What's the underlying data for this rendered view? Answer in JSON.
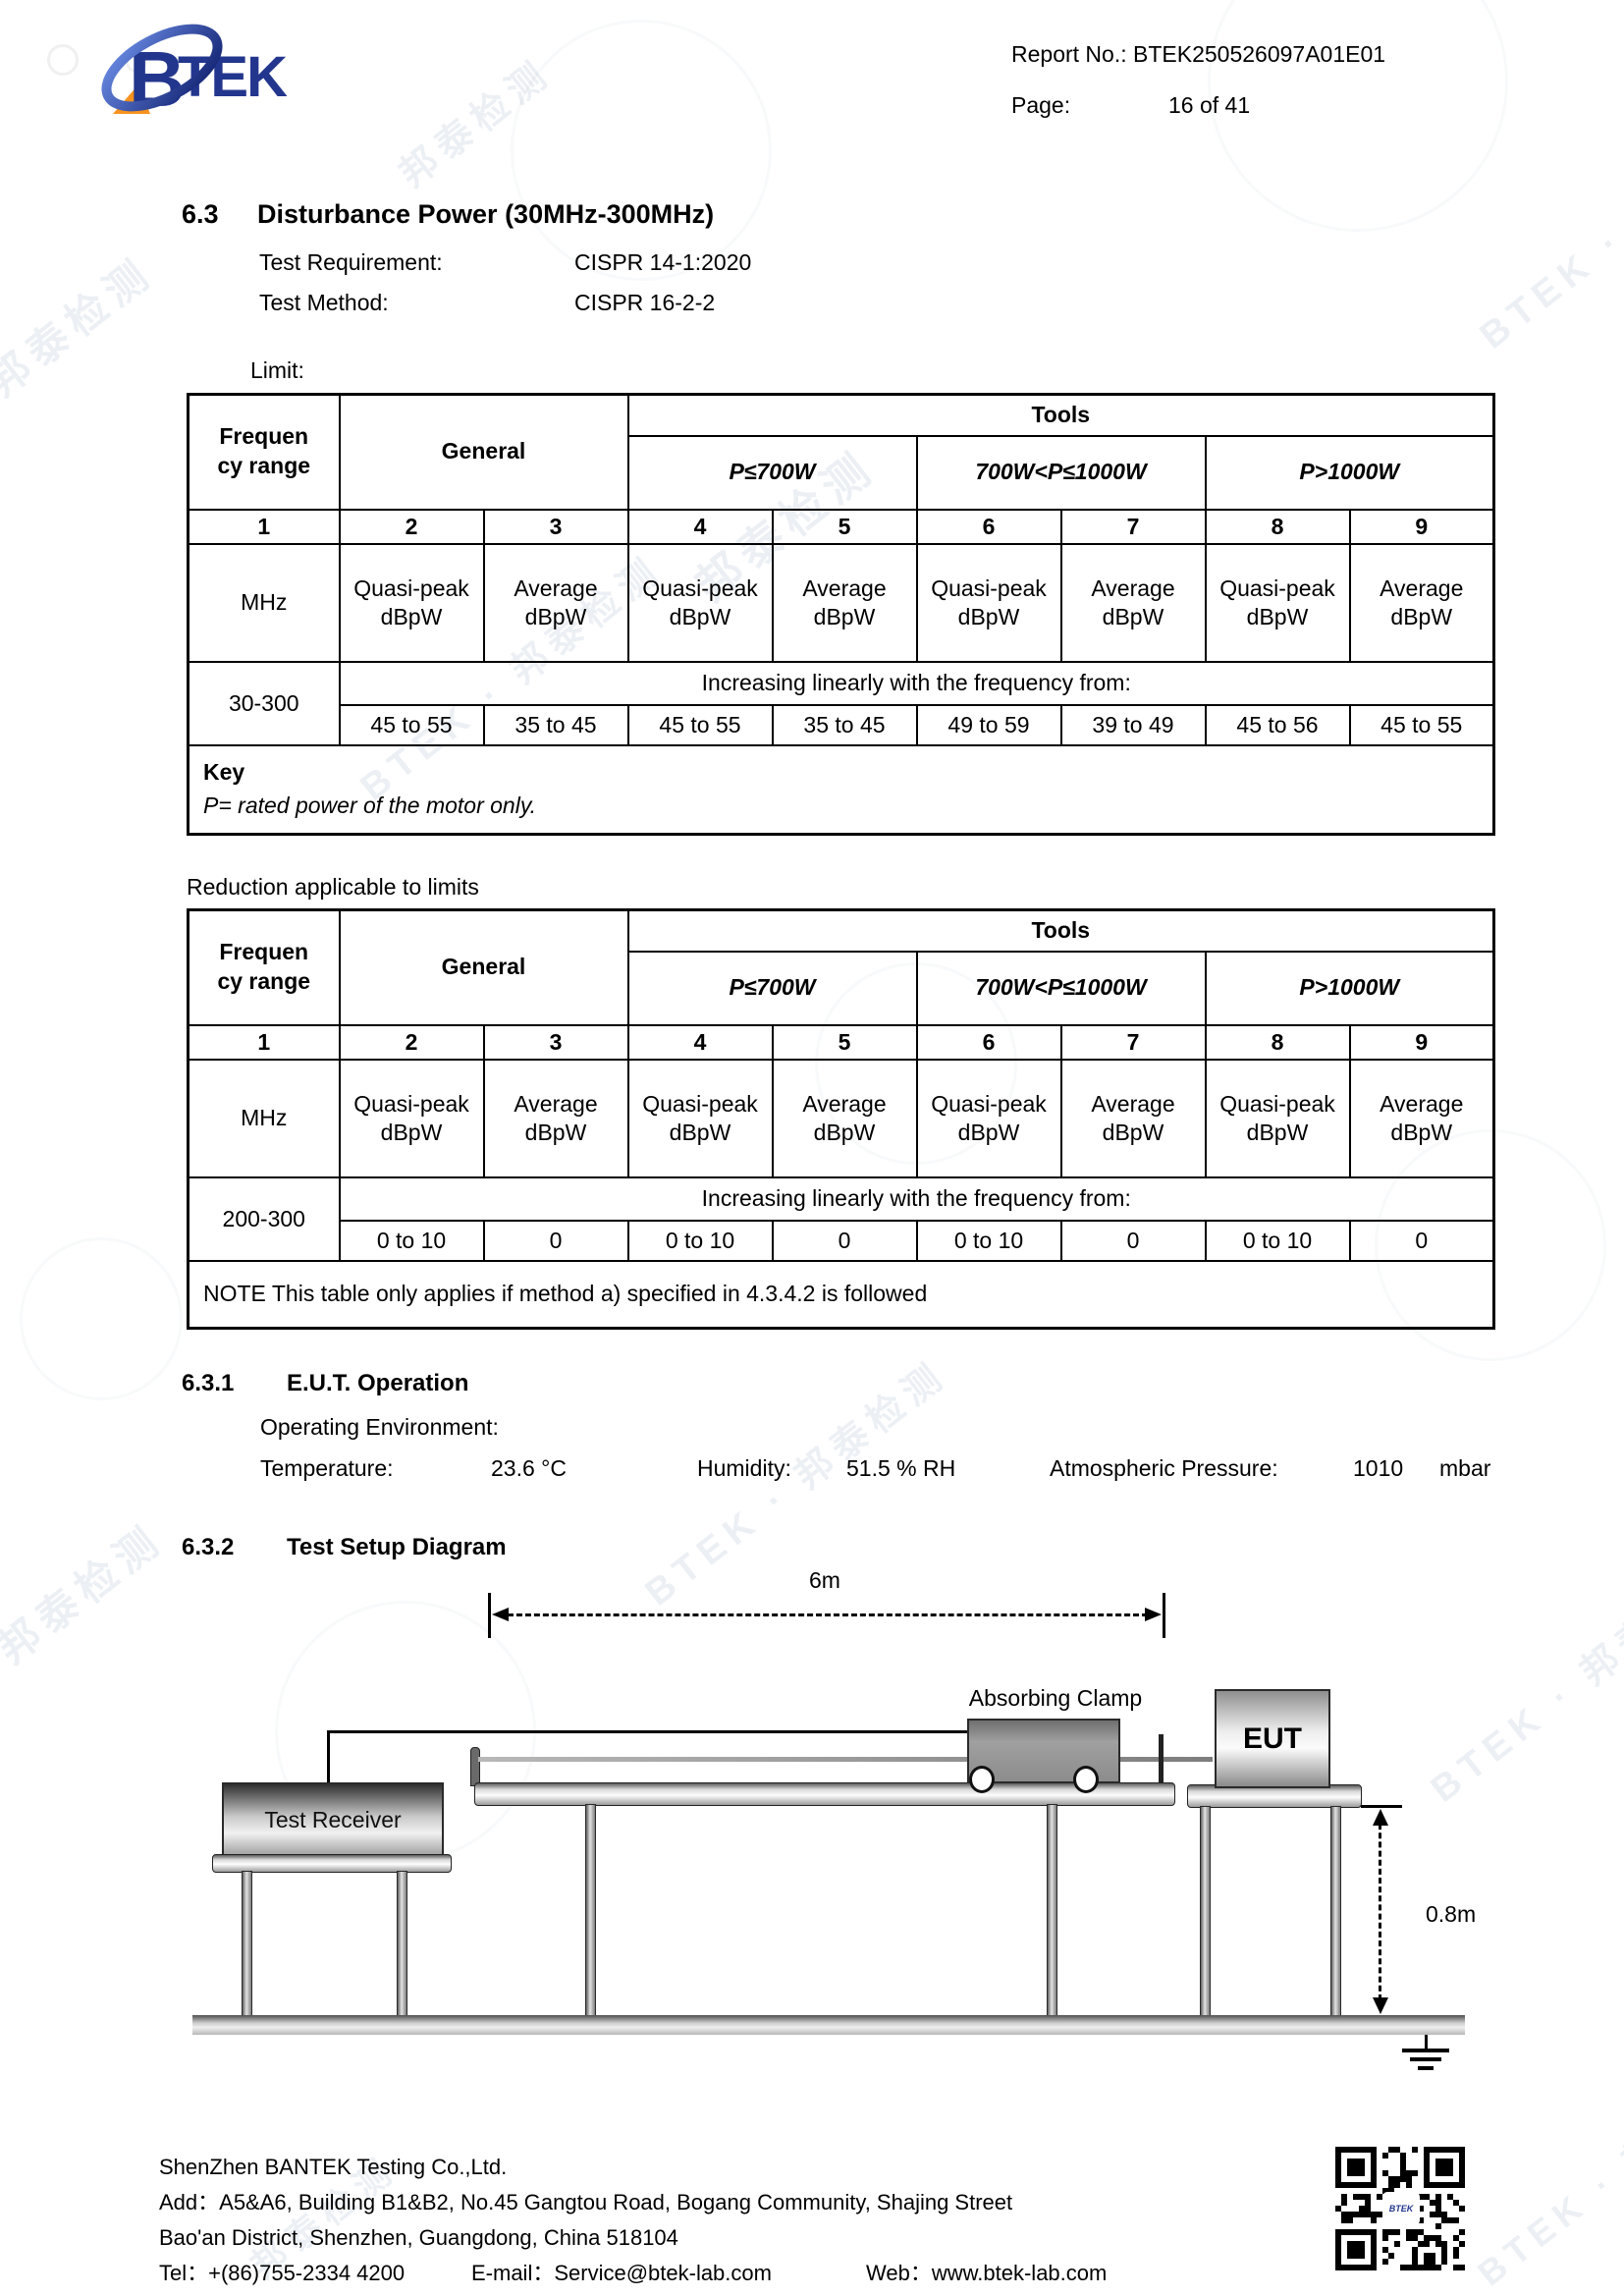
{
  "header": {
    "logo_b": "B",
    "logo_tek": "TEK",
    "report_label": "Report No.:",
    "report_no": "BTEK250526097A01E01",
    "page_label": "Page:",
    "page_value": "16 of 41"
  },
  "section": {
    "number": "6.3",
    "title": "Disturbance Power (30MHz-300MHz)",
    "req_label": "Test Requirement:",
    "req_value": "CISPR 14-1:2020",
    "method_label": "Test Method:",
    "method_value": "CISPR 16-2-2"
  },
  "limit_caption": "Limit:",
  "reduction_caption": "Reduction applicable to limits",
  "table_header": {
    "freq_range": "Frequency range",
    "general": "General",
    "tools": "Tools",
    "p1": "P≤700W",
    "p2": "700W<P≤1000W",
    "p3": "P>1000W",
    "cols": [
      "1",
      "2",
      "3",
      "4",
      "5",
      "6",
      "7",
      "8",
      "9"
    ],
    "mhz": "MHz",
    "quasi": {
      "name": "Quasi-peak",
      "unit": "dBpW"
    },
    "average": {
      "name": "Average",
      "unit": "dBpW"
    },
    "increasing": "Increasing linearly with the frequency from:"
  },
  "limit_table": {
    "freq": "30-300",
    "values": [
      "45 to 55",
      "35 to 45",
      "45 to 55",
      "35 to 45",
      "49 to 59",
      "39 to 49",
      "45 to 56",
      "45 to 55"
    ],
    "key_label": "Key",
    "key_text": "P= rated power of the motor only."
  },
  "reduction_table": {
    "freq": "200-300",
    "values": [
      "0 to 10",
      "0",
      "0 to 10",
      "0",
      "0 to 10",
      "0",
      "0 to 10",
      "0"
    ],
    "note": "NOTE This table only applies if method a) specified in 4.3.4.2 is followed"
  },
  "eut_operation": {
    "number": "6.3.1",
    "title": "E.U.T. Operation",
    "env_label": "Operating Environment:",
    "temp_label": "Temperature:",
    "temp_value": "23.6 °C",
    "hum_label": "Humidity:",
    "hum_value": "51.5 % RH",
    "press_label": "Atmospheric Pressure:",
    "press_value": "1010",
    "press_unit": "mbar"
  },
  "test_setup": {
    "number": "6.3.2",
    "title": "Test Setup Diagram",
    "dim_6m": "6m",
    "absorbing_clamp": "Absorbing Clamp",
    "eut": "EUT",
    "test_receiver": "Test Receiver",
    "dim_08m": "0.8m"
  },
  "footer": {
    "company": "ShenZhen BANTEK Testing Co.,Ltd.",
    "address1": "Add：A5&A6, Building B1&B2, No.45 Gangtou Road, Bogang Community, Shajing Street",
    "address2": "Bao'an District, Shenzhen, Guangdong, China 518104",
    "tel": "Tel：+(86)755-2334 4200",
    "email": "E-mail：Service@btek-lab.com",
    "web": "Web：www.btek-lab.com",
    "qr_center": "BTEK"
  },
  "watermark": {
    "cn": "邦泰检测",
    "mix": "BTEK · 邦泰检测"
  },
  "colors": {
    "logo_blue": "#23368e",
    "logo_orange": "#f6921e"
  }
}
